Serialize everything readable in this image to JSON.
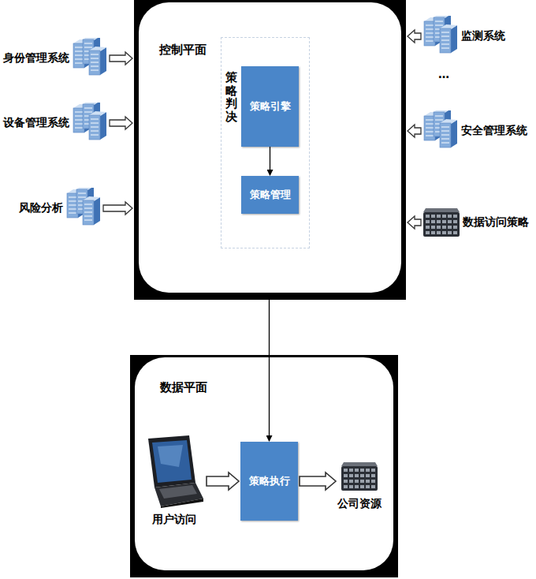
{
  "diagram": {
    "nodes": [
      {
        "text": [
          "控制平面"
        ]
      },
      {
        "text": [
          "策略判决"
        ],
        "in": 0
      },
      {
        "text": [
          "策略引擎"
        ],
        "in": 1
      },
      {
        "text": [
          "策略管理"
        ],
        "in": 1
      },
      {
        "text": [
          "身份管理系统"
        ]
      },
      {
        "text": [
          "设备管理系统"
        ]
      },
      {
        "text": [
          "风险分析"
        ]
      },
      {
        "text": [
          "监测系统"
        ]
      },
      {
        "text": [
          "安全管理系统"
        ]
      },
      {
        "text": [
          "数据访问策略"
        ]
      },
      {
        "text": [
          "数据平面"
        ]
      },
      {
        "text": [
          "用户访问"
        ],
        "in": 10
      },
      {
        "text": [
          "策略执行"
        ],
        "in": 10
      },
      {
        "text": [
          "公司资源"
        ],
        "in": 10
      }
    ],
    "edges": [
      {
        "from": 4,
        "to": 0,
        "arrow": "to"
      },
      {
        "from": 5,
        "to": 0,
        "arrow": "to"
      },
      {
        "from": 6,
        "to": 0,
        "arrow": "to"
      },
      {
        "from": 7,
        "to": 0,
        "arrow": "to"
      },
      {
        "from": 8,
        "to": 0,
        "arrow": "to"
      },
      {
        "from": 9,
        "to": 0,
        "arrow": "to"
      },
      {
        "from": 2,
        "to": 3,
        "arrow": "to"
      },
      {
        "from": 0,
        "to": 12,
        "arrow": "to"
      },
      {
        "from": 11,
        "to": 12,
        "arrow": "to"
      },
      {
        "from": 12,
        "to": 13,
        "arrow": "to"
      }
    ],
    "labels": [
      "…"
    ]
  }
}
